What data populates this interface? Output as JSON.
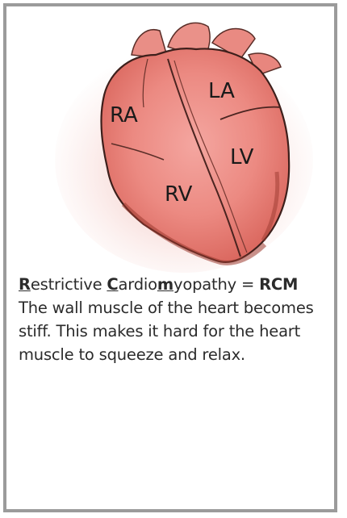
{
  "heart": {
    "labels": {
      "ra": "RA",
      "la": "LA",
      "lv": "LV",
      "rv": "RV"
    }
  },
  "caption": {
    "title": {
      "r_letter": "R",
      "r_rest": "estrictive ",
      "c_letter": "C",
      "c_rest": "ardio",
      "m_letter": "m",
      "m_rest": "yopathy = ",
      "abbrev": "RCM"
    },
    "description": "The wall muscle of the heart becomes stiff.  This makes it hard for the heart muscle to squeeze and relax."
  }
}
